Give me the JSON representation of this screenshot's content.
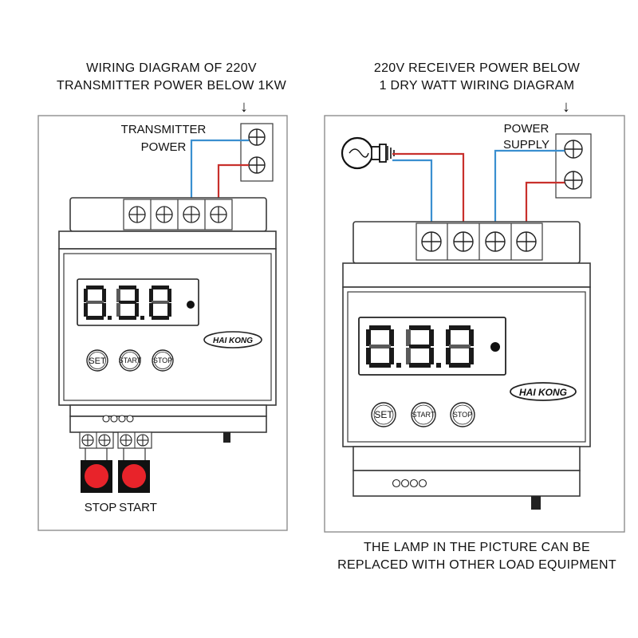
{
  "left_panel": {
    "title_line1": "WIRING DIAGRAM OF 220V",
    "title_line2": "TRANSMITTER POWER BELOW 1KW",
    "arrow": "↓",
    "power_label_line1": "TRANSMITTER",
    "power_label_line2": "POWER",
    "display_digits": "8.8.8",
    "brand": "HAI KONG",
    "buttons": [
      "SET",
      "START",
      "STOP"
    ],
    "switch_labels": [
      "STOP",
      "START"
    ]
  },
  "right_panel": {
    "title_line1": "220V RECEIVER POWER BELOW",
    "title_line2": "1 DRY WATT WIRING DIAGRAM",
    "arrow": "↓",
    "power_label_line1": "POWER",
    "power_label_line2": "SUPPLY",
    "display_digits": "8.8.8",
    "brand": "HAI KONG",
    "buttons": [
      "SET",
      "START",
      "STOP"
    ],
    "footer_line1": "THE LAMP IN THE PICTURE CAN BE",
    "footer_line2": "REPLACED WITH OTHER LOAD EQUIPMENT"
  },
  "colors": {
    "wire_blue": "#3a8fd0",
    "wire_red": "#c8302c",
    "push_button_red": "#e8232a",
    "frame": "#8e8e8e"
  },
  "icons": [
    "lamp-icon",
    "terminal-screw-icon",
    "down-arrow-icon"
  ]
}
